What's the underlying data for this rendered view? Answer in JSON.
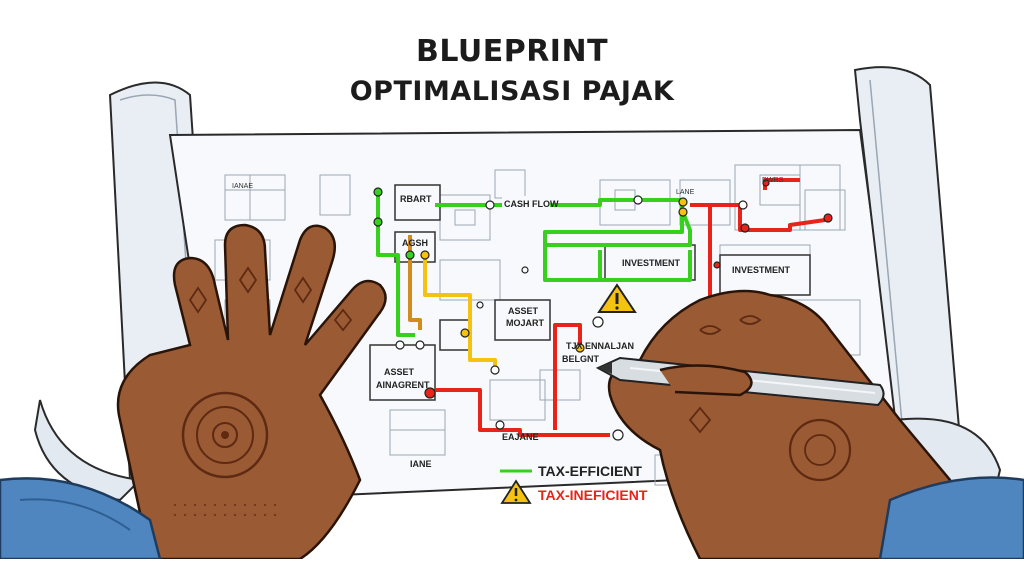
{
  "header": {
    "title_line1": "BLUEPRINT",
    "title_line2": "OPTIMALISASI PAJAK"
  },
  "labels": {
    "cash_flow": "CASH FLOW",
    "investment_1": "INVESTMENT",
    "investment_2": "INVESTMENT",
    "asset_mgmt_top_1": "ASSET",
    "asset_mgmt_top_2": "MOJART",
    "asset_mgmt_left_1": "ASSET",
    "asset_mgmt_left_2": "AINAGRENT",
    "rbart": "RBART",
    "agsh": "AGSH",
    "tax_lower_1": "TJX ENNALJAN",
    "tax_lower_2": "BELGNT",
    "eajane": "EAJANE",
    "dwrs": "DWRS",
    "lane": "LANE",
    "iane": "IANE",
    "ianae": "IANAE"
  },
  "legend": {
    "efficient_label": "TAX-EFFICIENT",
    "inefficient_label": "TAX-INEFICIENT",
    "efficient_color": "#37d11d",
    "inefficient_color": "#e8231a",
    "warning_color": "#f5c211"
  },
  "icons": {
    "warning": "warning-triangle-icon",
    "pen": "pen-icon"
  }
}
